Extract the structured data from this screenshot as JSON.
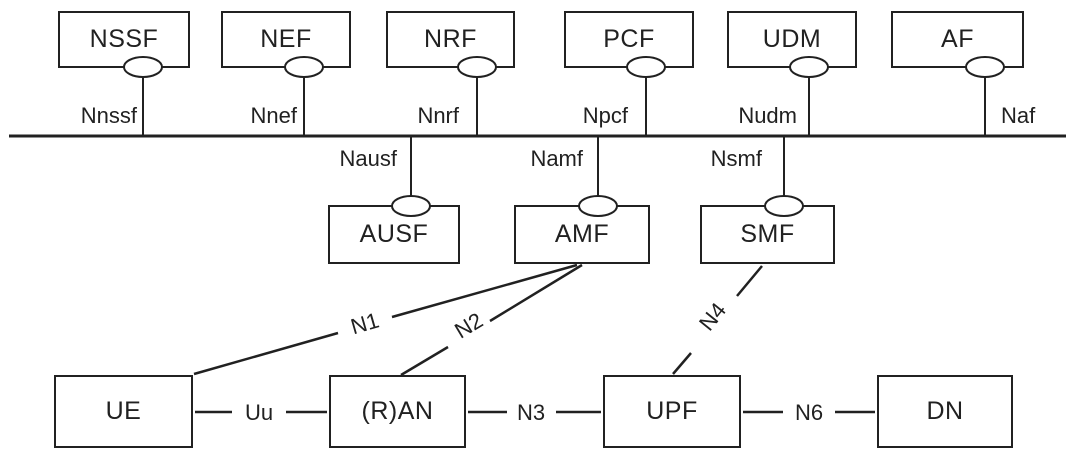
{
  "diagram": {
    "background": "#ffffff",
    "line_color": "#212121",
    "text_color": "#212121",
    "service_bus": {
      "top_functions": [
        {
          "id": "nssf",
          "label": "NSSF",
          "interface": "Nnssf"
        },
        {
          "id": "nef",
          "label": "NEF",
          "interface": "Nnef"
        },
        {
          "id": "nrf",
          "label": "NRF",
          "interface": "Nnrf"
        },
        {
          "id": "pcf",
          "label": "PCF",
          "interface": "Npcf"
        },
        {
          "id": "udm",
          "label": "UDM",
          "interface": "Nudm"
        },
        {
          "id": "af",
          "label": "AF",
          "interface": "Naf"
        }
      ],
      "bottom_functions": [
        {
          "id": "ausf",
          "label": "AUSF",
          "interface": "Nausf"
        },
        {
          "id": "amf",
          "label": "AMF",
          "interface": "Namf"
        },
        {
          "id": "smf",
          "label": "SMF",
          "interface": "Nsmf"
        }
      ]
    },
    "user_plane_nodes": [
      {
        "id": "ue",
        "label": "UE"
      },
      {
        "id": "ran",
        "label": "(R)AN"
      },
      {
        "id": "upf",
        "label": "UPF"
      },
      {
        "id": "dn",
        "label": "DN"
      }
    ],
    "reference_points": [
      {
        "id": "n1",
        "label": "N1",
        "between": [
          "UE",
          "AMF"
        ]
      },
      {
        "id": "n2",
        "label": "N2",
        "between": [
          "(R)AN",
          "AMF"
        ]
      },
      {
        "id": "n3",
        "label": "N3",
        "between": [
          "(R)AN",
          "UPF"
        ]
      },
      {
        "id": "n4",
        "label": "N4",
        "between": [
          "SMF",
          "UPF"
        ]
      },
      {
        "id": "n6",
        "label": "N6",
        "between": [
          "UPF",
          "DN"
        ]
      },
      {
        "id": "uu",
        "label": "Uu",
        "between": [
          "UE",
          "(R)AN"
        ]
      }
    ]
  }
}
